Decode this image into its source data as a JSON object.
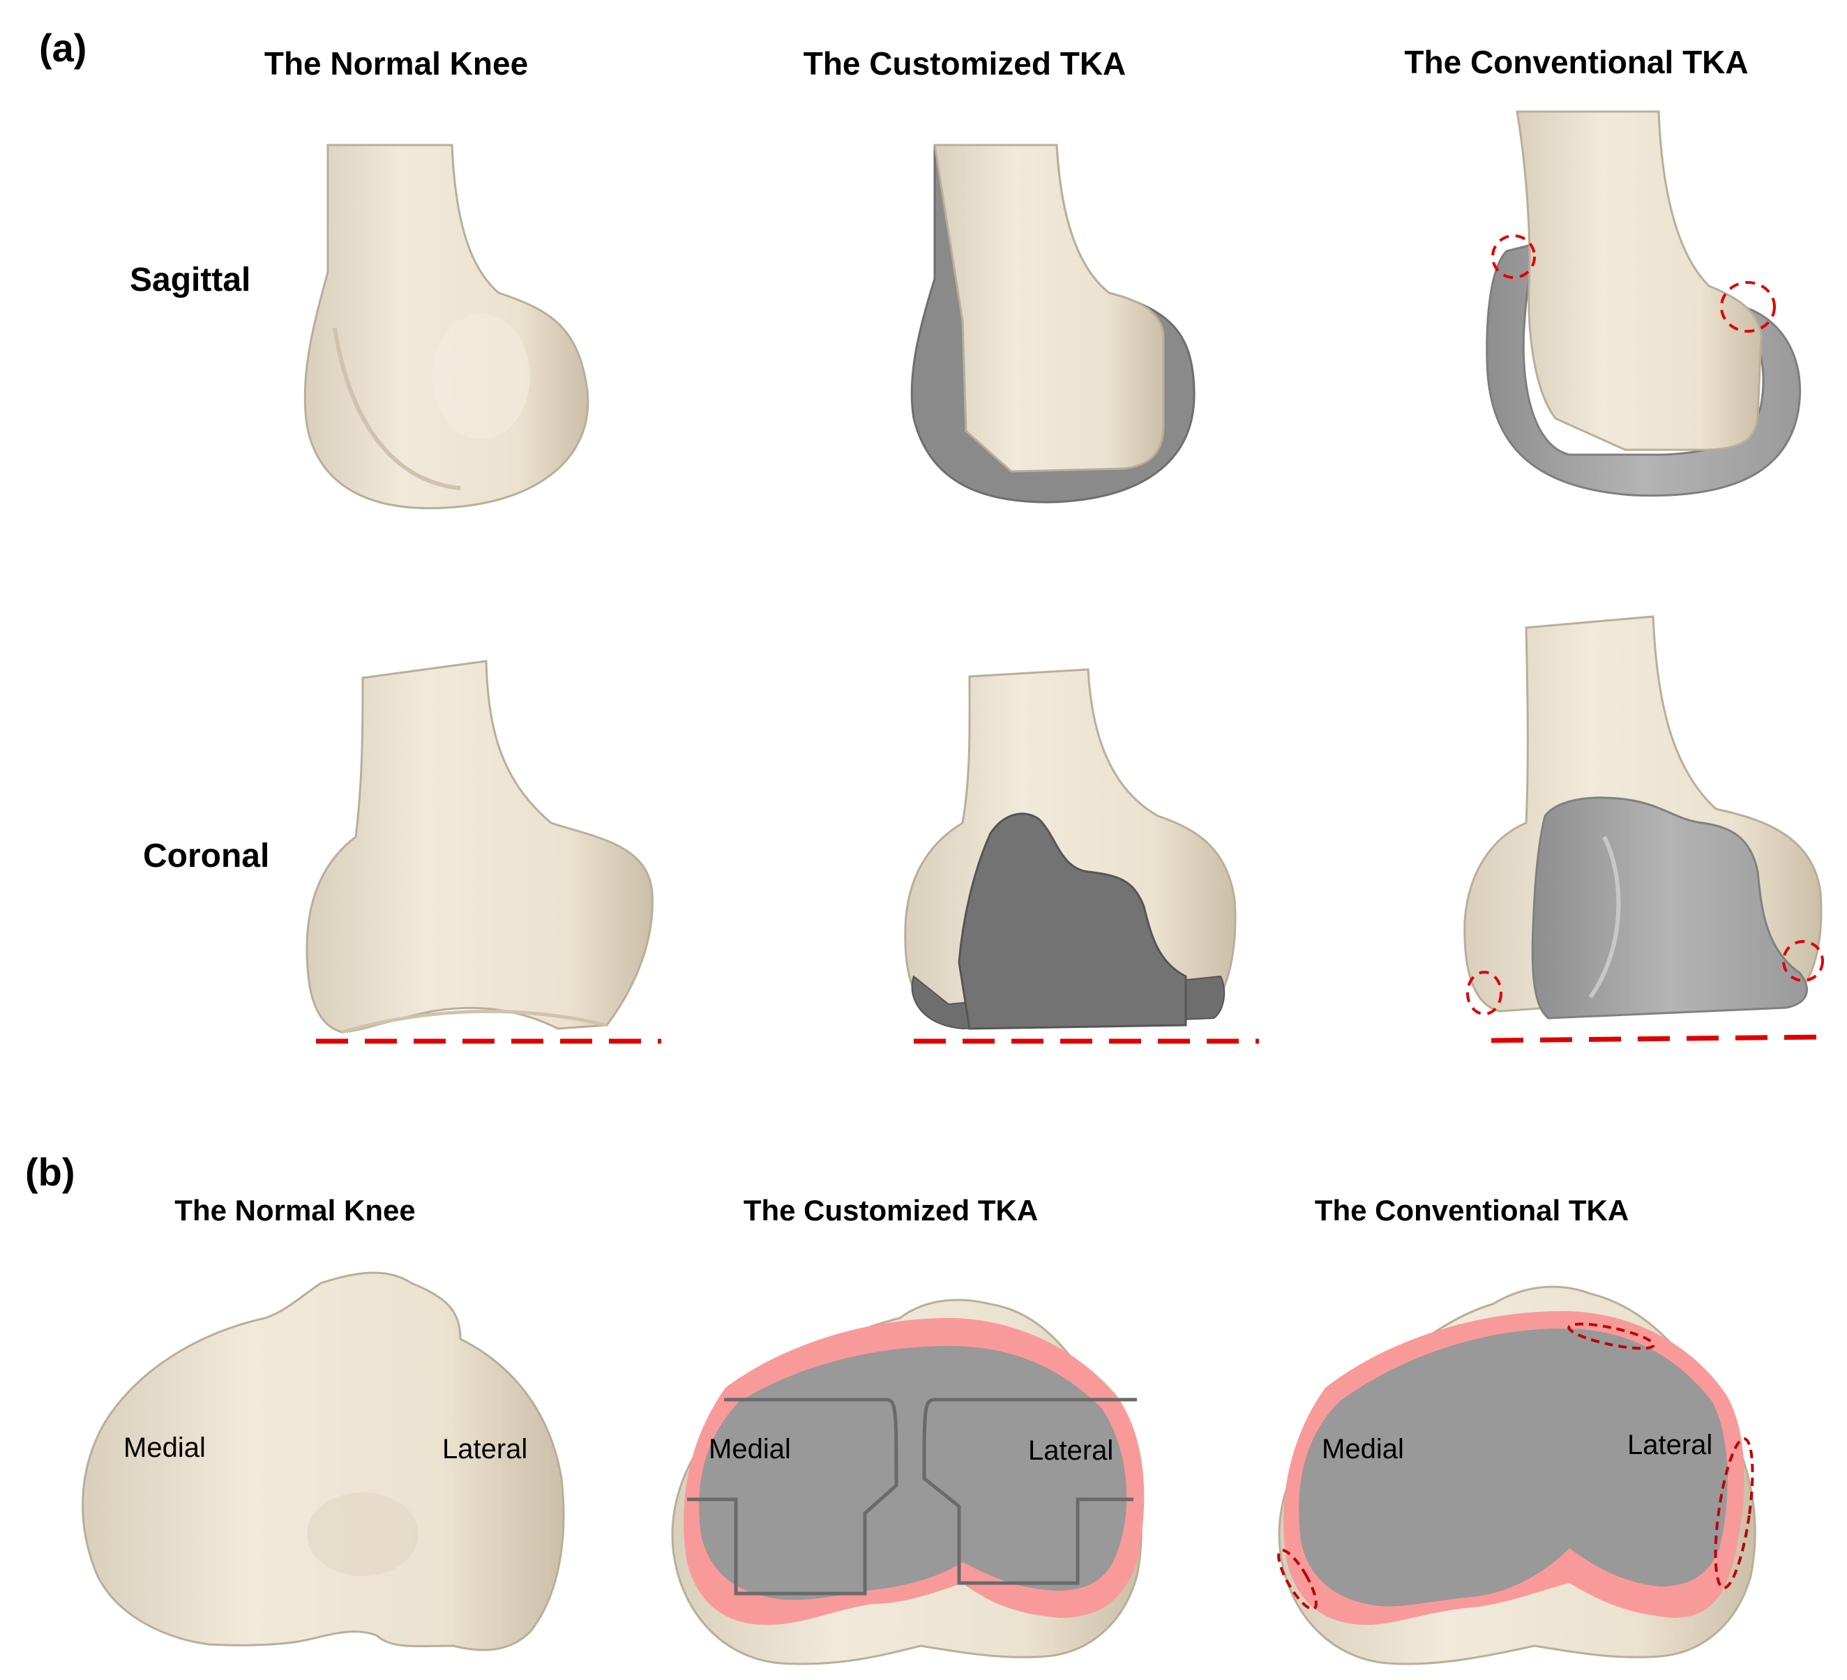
{
  "panel_a": {
    "label": "(a)",
    "columns": [
      "The Normal Knee",
      "The Customized TKA",
      "The Conventional TKA"
    ],
    "rows": [
      "Sagittal",
      "Coronal"
    ]
  },
  "panel_b": {
    "label": "(b)",
    "columns": [
      "The Normal Knee",
      "The Customized TKA",
      "The Conventional TKA"
    ],
    "regions": {
      "medial": "Medial",
      "lateral": "Lateral"
    }
  },
  "colors": {
    "bone": "#EDE4D3",
    "bone_shadow": "#CFC3AD",
    "implant_dark": "#6E6E6E",
    "implant_light": "#A6A6A6",
    "overhang": "#F99A9A",
    "highlight": "#E00000"
  }
}
